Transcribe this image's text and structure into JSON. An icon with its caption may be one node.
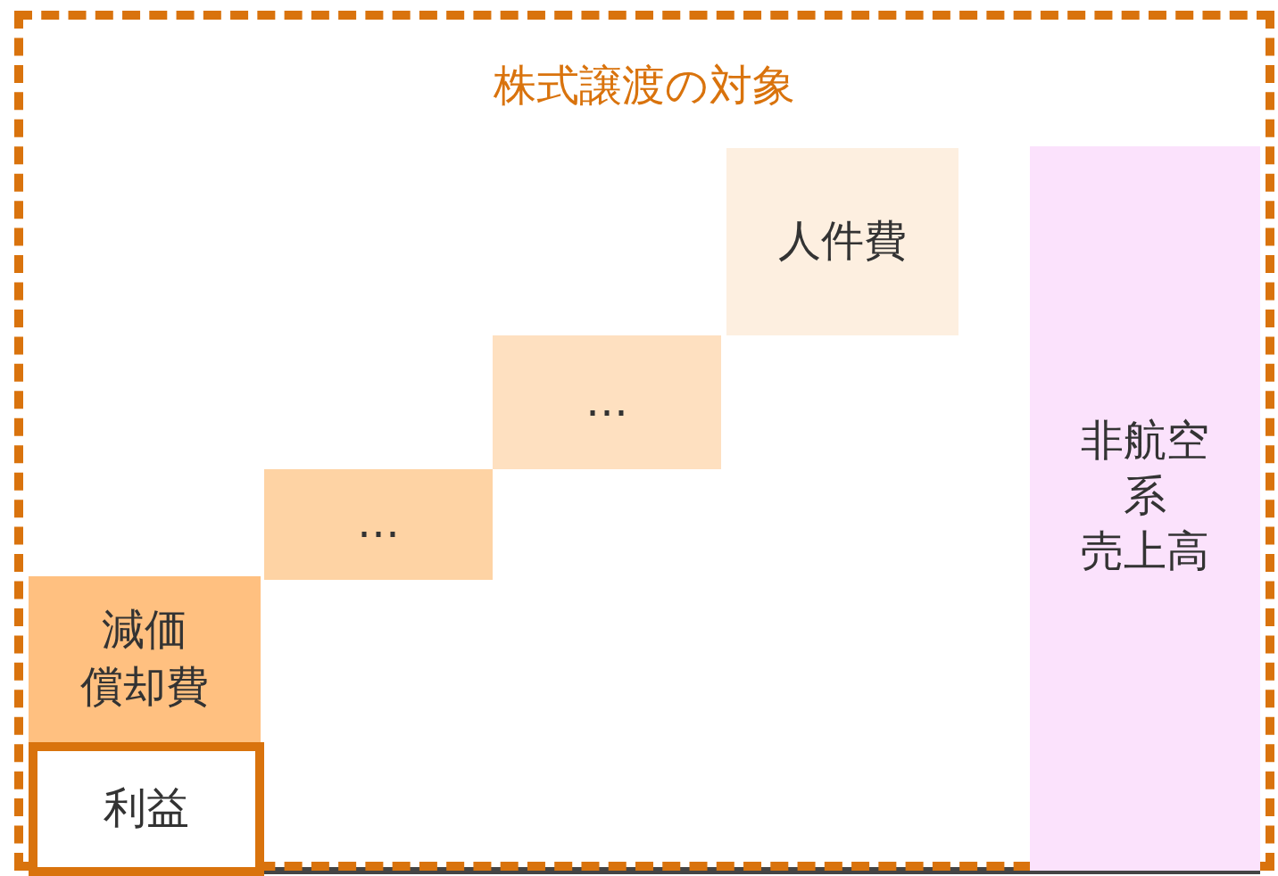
{
  "diagram": {
    "nodes": [
      {
        "text": [
          "株式譲渡の対象"
        ]
      },
      {
        "text": [
          "人件費"
        ],
        "in": 0
      },
      {
        "text": [
          "…"
        ],
        "in": 0
      },
      {
        "text": [
          "…"
        ],
        "in": 0
      },
      {
        "text": [
          "減価",
          "償却費"
        ],
        "in": 0
      },
      {
        "text": [
          "利益"
        ],
        "in": 0
      },
      {
        "text": [
          "非航空",
          "系",
          "売上高"
        ],
        "in": 0
      }
    ]
  }
}
